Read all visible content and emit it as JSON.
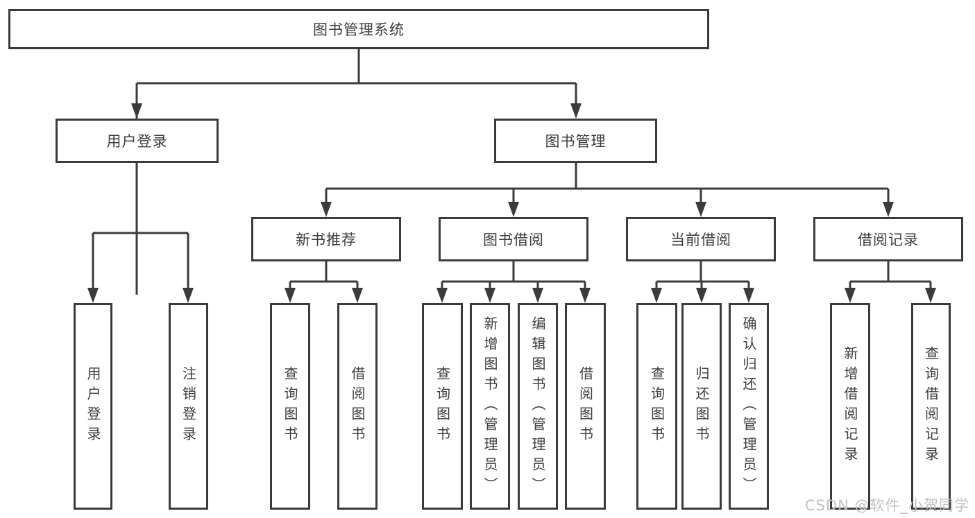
{
  "diagram": {
    "type": "tree",
    "root": {
      "label": "图书管理系统"
    },
    "branches": [
      {
        "label": "用户登录",
        "children": [
          {
            "label": "用户登录"
          },
          {
            "label": "注销登录"
          }
        ]
      },
      {
        "label": "图书管理",
        "children": [
          {
            "label": "新书推荐",
            "children": [
              {
                "label": "查询图书"
              },
              {
                "label": "借阅图书"
              }
            ]
          },
          {
            "label": "图书借阅",
            "children": [
              {
                "label": "查询图书"
              },
              {
                "label": "新增图书（管理员）"
              },
              {
                "label": "编辑图书（管理员）"
              },
              {
                "label": "借阅图书"
              }
            ]
          },
          {
            "label": "当前借阅",
            "children": [
              {
                "label": "查询图书"
              },
              {
                "label": "归还图书"
              },
              {
                "label": "确认归还（管理员）"
              }
            ]
          },
          {
            "label": "借阅记录",
            "children": [
              {
                "label": "新增借阅记录"
              },
              {
                "label": "查询借阅记录"
              }
            ]
          }
        ]
      }
    ]
  },
  "watermark": {
    "text": "CSDN @软件_小贺同学"
  },
  "colors": {
    "line": "#3b3b3b",
    "border": "#3b3b3b",
    "text": "#3d3d3d",
    "background": "#ffffff",
    "watermark": "#c2c2c2"
  }
}
